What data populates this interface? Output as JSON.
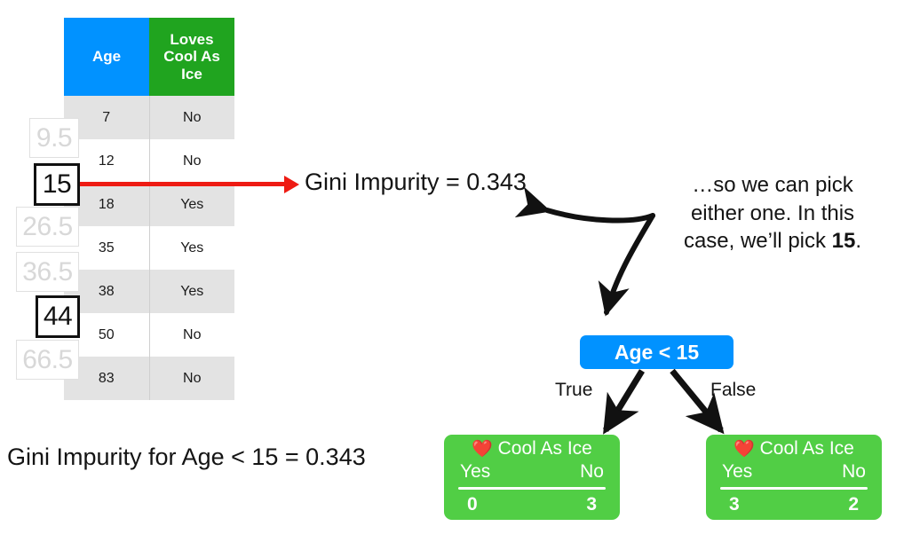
{
  "table": {
    "headers": [
      "Age",
      "Loves Cool As Ice"
    ],
    "header_age": "Age",
    "header_loves_l1": "Loves",
    "header_loves_l2": "Cool As",
    "header_loves_l3": "Ice",
    "header_age_color": "#0192FF",
    "header_loves_color": "#20A41F",
    "rows": [
      {
        "age": "7",
        "loves": "No"
      },
      {
        "age": "12",
        "loves": "No"
      },
      {
        "age": "18",
        "loves": "Yes"
      },
      {
        "age": "35",
        "loves": "Yes"
      },
      {
        "age": "38",
        "loves": "Yes"
      },
      {
        "age": "50",
        "loves": "No"
      },
      {
        "age": "83",
        "loves": "No"
      }
    ]
  },
  "thresholds": [
    {
      "value": "9.5",
      "state": "dim"
    },
    {
      "value": "15",
      "state": "pick"
    },
    {
      "value": "26.5",
      "state": "dim"
    },
    {
      "value": "36.5",
      "state": "dim"
    },
    {
      "value": "44",
      "state": "pick"
    },
    {
      "value": "66.5",
      "state": "dim"
    }
  ],
  "split_line_color": "#ee1b13",
  "callout": {
    "gini_label": "Gini Impurity = 0.343",
    "note_line1": "…so we can pick",
    "note_line2": "either one. In this",
    "note_line3_a": "case, we’ll pick ",
    "note_line3_b": "15",
    "note_line3_c": "."
  },
  "bottom_statement": "Gini Impurity for Age < 15 = 0.343",
  "tree": {
    "root_label": "Age < 15",
    "root_color": "#0192FF",
    "true_label": "True",
    "false_label": "False",
    "leaf_color": "#51CE45",
    "leaves": [
      {
        "heart": "❤️",
        "title": "Cool As Ice",
        "col_yes": "Yes",
        "col_no": "No",
        "val_yes": "0",
        "val_no": "3"
      },
      {
        "heart": "❤️",
        "title": "Cool As Ice",
        "col_yes": "Yes",
        "col_no": "No",
        "val_yes": "3",
        "val_no": "2"
      }
    ]
  }
}
